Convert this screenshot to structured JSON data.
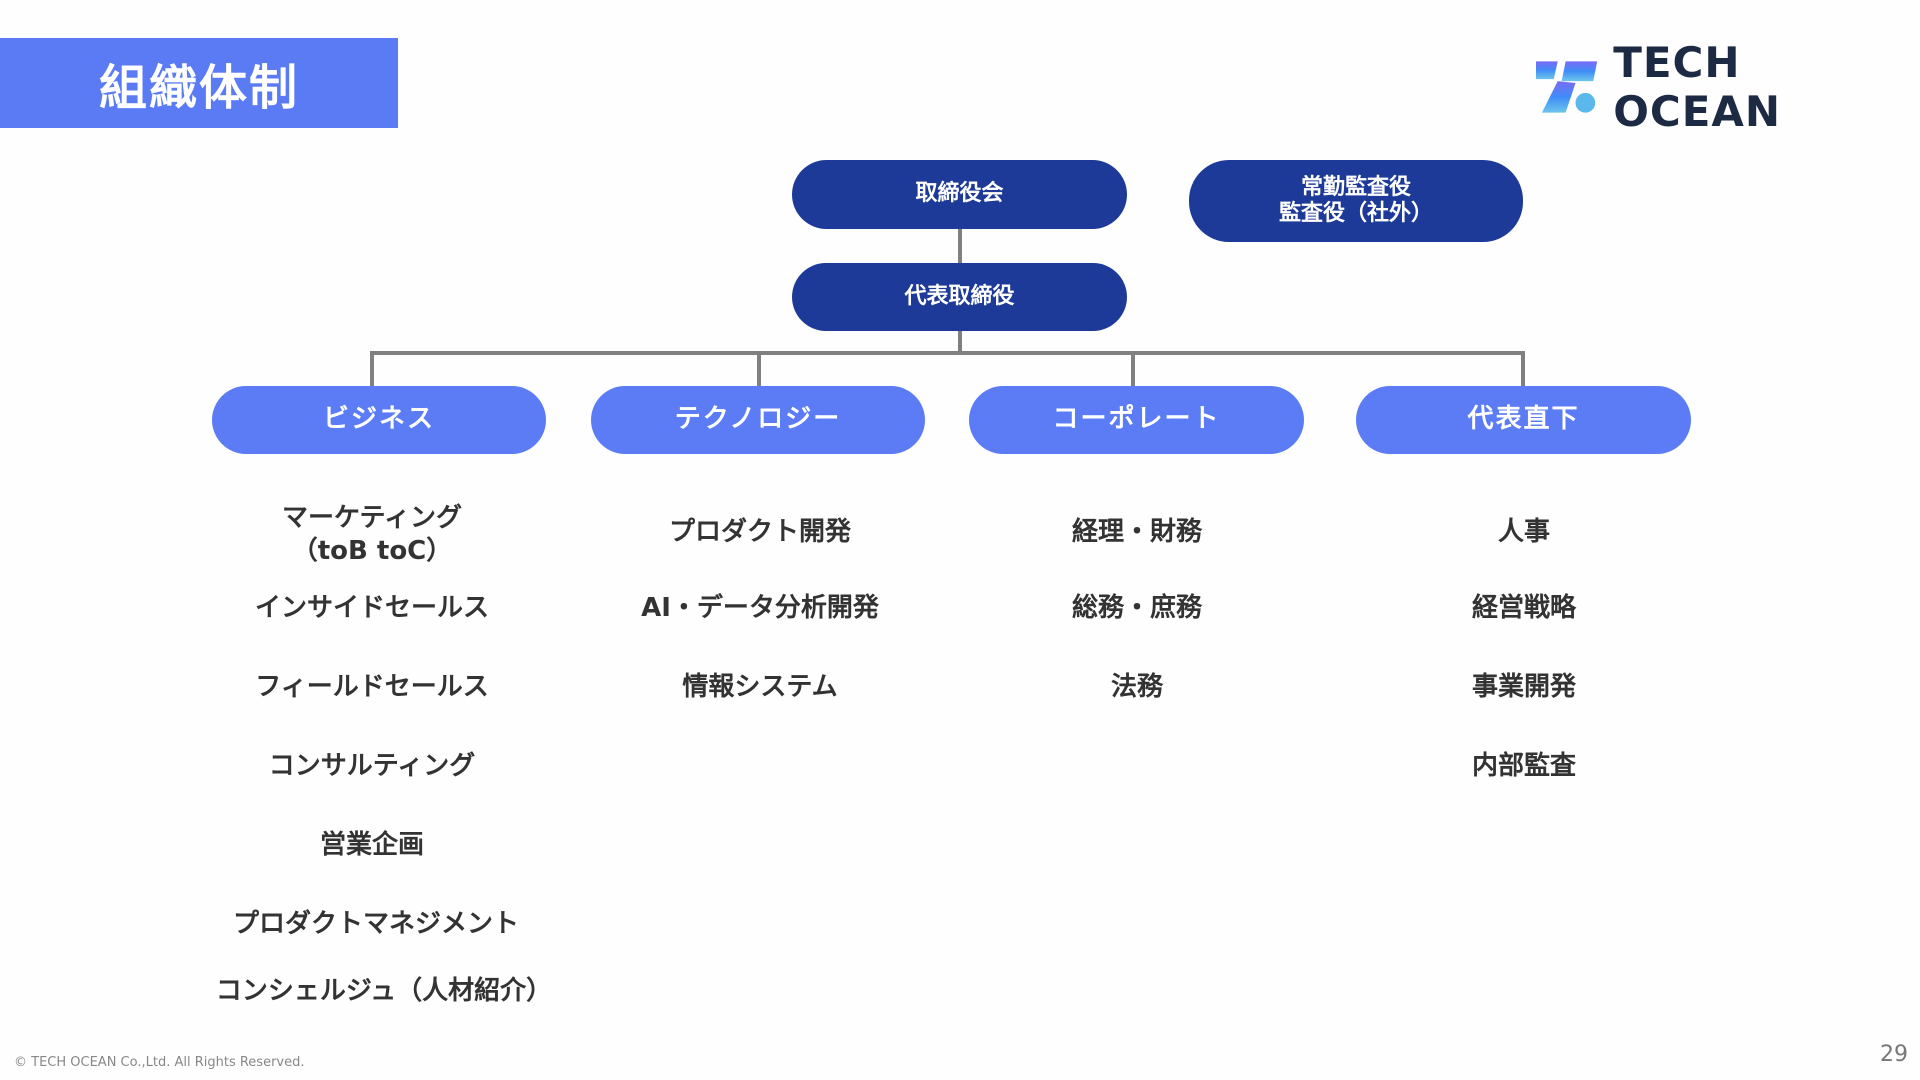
{
  "title": "組織体制",
  "logo": {
    "text": "TECH OCEAN"
  },
  "colors": {
    "title_bg": "#5b7bf5",
    "exec": "#1e3a98",
    "division": "#5b7cf5",
    "connector": "#808080"
  },
  "executive": {
    "board": "取締役会",
    "auditors": [
      "常勤監査役",
      "監査役（社外）"
    ],
    "ceo": "代表取締役"
  },
  "divisions": [
    {
      "label": "ビジネス",
      "items": [
        "マーケティング",
        "（toB toC）",
        "インサイドセールス",
        "フィールドセールス",
        "コンサルティング",
        "営業企画",
        "プロダクトマネジメント",
        "コンシェルジュ（人材紹介）"
      ]
    },
    {
      "label": "テクノロジー",
      "items": [
        "プロダクト開発",
        "AI・データ分析開発",
        "情報システム"
      ]
    },
    {
      "label": "コーポレート",
      "items": [
        "経理・財務",
        "総務・庶務",
        "法務"
      ]
    },
    {
      "label": "代表直下",
      "items": [
        "人事",
        "経営戦略",
        "事業開発",
        "内部監査"
      ]
    }
  ],
  "footer": {
    "copyright": "© TECH OCEAN Co.,Ltd. All Rights Reserved.",
    "page": "29"
  }
}
